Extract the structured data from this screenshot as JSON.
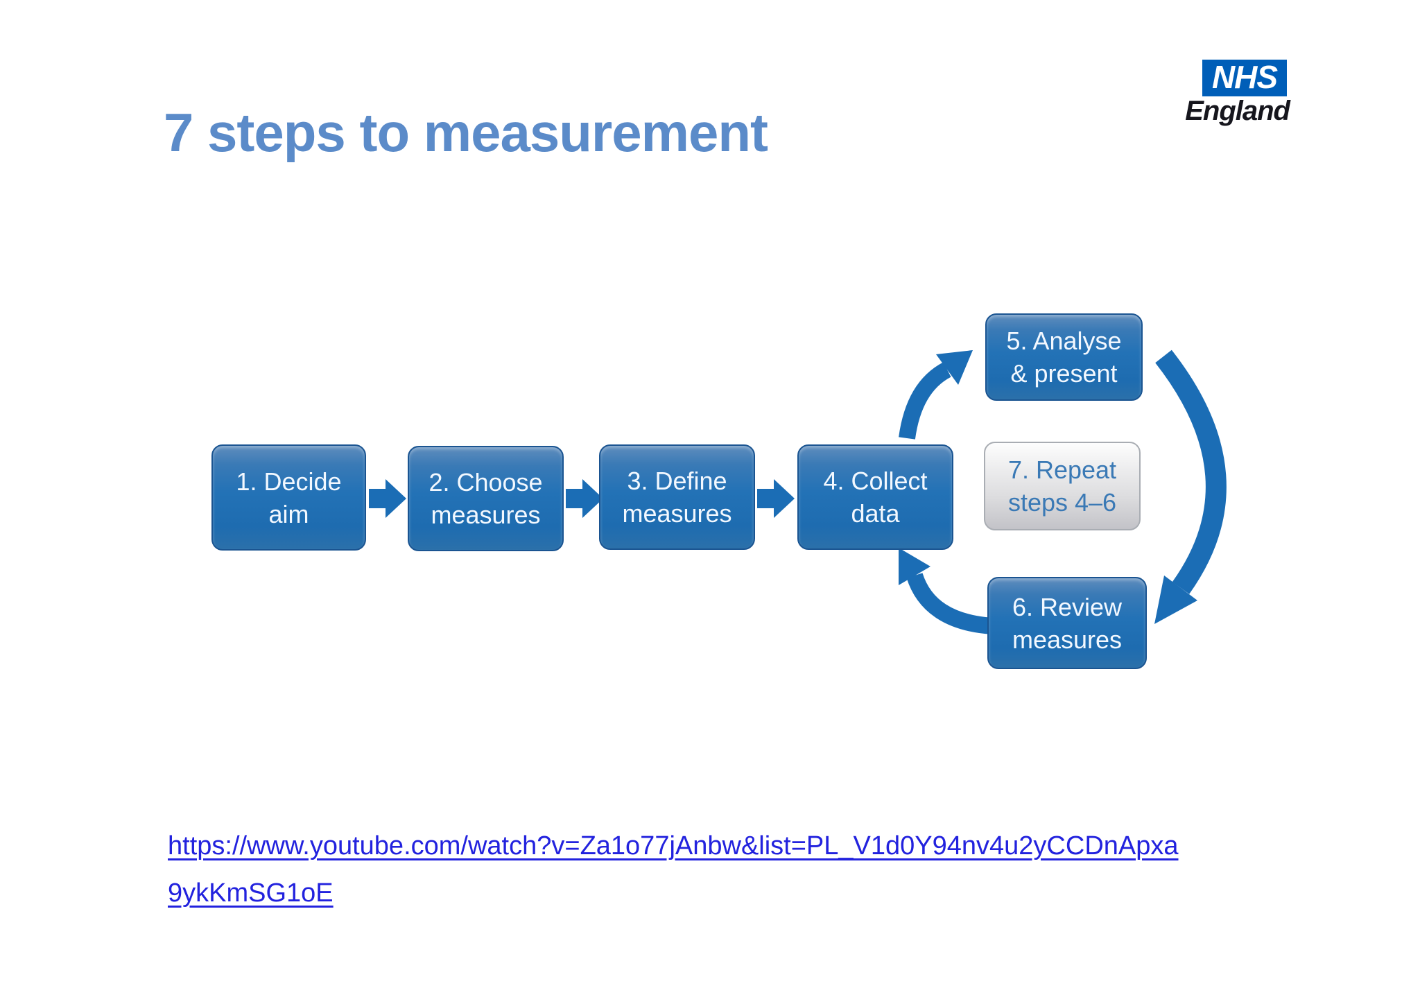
{
  "slide": {
    "title": "7 steps to measurement",
    "logo": {
      "nhs": "NHS",
      "england": "England"
    },
    "steps": [
      {
        "line1": "1. Decide",
        "line2": "aim"
      },
      {
        "line1": "2. Choose",
        "line2": "measures"
      },
      {
        "line1": "3. Define",
        "line2": "measures"
      },
      {
        "line1": "4. Collect",
        "line2": "data"
      },
      {
        "line1": "5. Analyse",
        "line2": "& present"
      },
      {
        "line1": "6. Review",
        "line2": "measures"
      },
      {
        "line1": "7. Repeat",
        "line2": "steps 4–6"
      }
    ],
    "link": {
      "line1": "https://www.youtube.com/watch?v=Za1o77jAnbw&list=PL_V1d0Y94nv4u2yCCDnApxa",
      "line2": "9ykKmSG1oE",
      "url": "https://www.youtube.com/watch?v=Za1o77jAnbw&list=PL_V1d0Y94nv4u2yCCDnApxa9ykKmSG1oE"
    },
    "colors": {
      "title_blue": "#5B8BC9",
      "nhs_blue": "#005EB8",
      "box_blue": "#1E6FB5",
      "box_border_blue": "#1A5491",
      "arrow_blue": "#1B6DB5",
      "repeat_box_text_blue": "#3A79B5",
      "link_blue": "#2222DE"
    }
  }
}
